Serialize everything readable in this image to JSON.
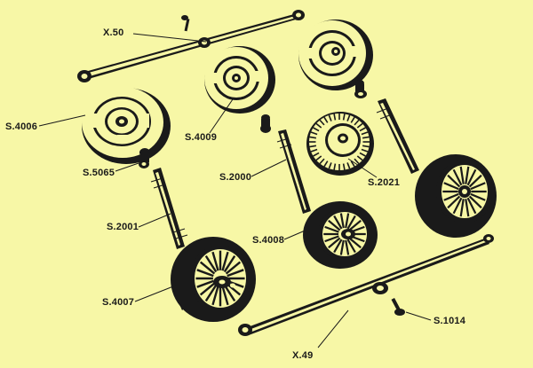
{
  "labels": {
    "x50": "X.50",
    "s4006": "S.4006",
    "s4009": "S.4009",
    "s5065": "S.5065",
    "s2000": "S.2000",
    "s2021": "S.2021",
    "s2001": "S.2001",
    "s4008": "S.4008",
    "s4007": "S.4007",
    "s1014": "S.1014",
    "x49": "X.49"
  }
}
